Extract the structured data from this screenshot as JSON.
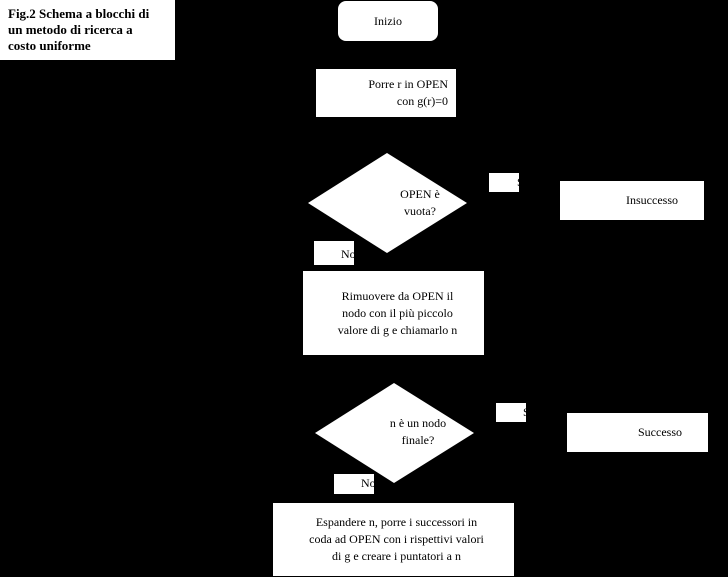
{
  "caption": "Fig.2 Schema a blocchi di\nun metodo di ricerca a\ncosto uniforme",
  "nodes": {
    "start": "Inizio",
    "init": "Porre r in OPEN\ncon g(r)=0",
    "decision_open_empty": "OPEN è\nvuota?",
    "failure": "Insuccesso",
    "remove_min": "Rimuovere da OPEN il\nnodo con il più piccolo\nvalore di g e chiamarlo n",
    "decision_is_goal": "n è un nodo\nfinale?",
    "success": "Successo",
    "expand": "Espandere n, porre i successori in\ncoda ad OPEN con i rispettivi valori\ndi g e creare i puntatori a n"
  },
  "edge_labels": {
    "yes_1": "Si",
    "no_1": "No",
    "yes_2": "Si",
    "no_2": "No"
  },
  "colors": {
    "background": "#000000",
    "shape_fill": "#ffffff",
    "text": "#000000"
  }
}
